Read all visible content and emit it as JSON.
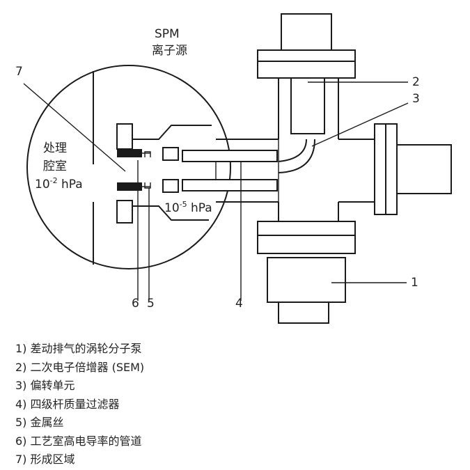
{
  "source_label": {
    "line1": "SPM",
    "line2": "离子源"
  },
  "chamber_label": {
    "line1": "处理",
    "line2": "腔室",
    "pressure_base": "10",
    "pressure_exp": "-2",
    "pressure_unit": " hPa"
  },
  "inner_pressure": {
    "base": "10",
    "exp": "-5",
    "unit": " hPa"
  },
  "callouts": [
    "1",
    "2",
    "3",
    "4",
    "5",
    "6",
    "7"
  ],
  "legend": [
    {
      "num": "1)",
      "text": "差动排气的涡轮分子泵"
    },
    {
      "num": "2)",
      "text": "二次电子倍增器 (SEM)"
    },
    {
      "num": "3)",
      "text": "偏转单元"
    },
    {
      "num": "4)",
      "text": "四级杆质量过滤器"
    },
    {
      "num": "5)",
      "text": "金属丝"
    },
    {
      "num": "6)",
      "text": "工艺室高电导率的管道"
    },
    {
      "num": "7)",
      "text": "形成区域"
    }
  ]
}
